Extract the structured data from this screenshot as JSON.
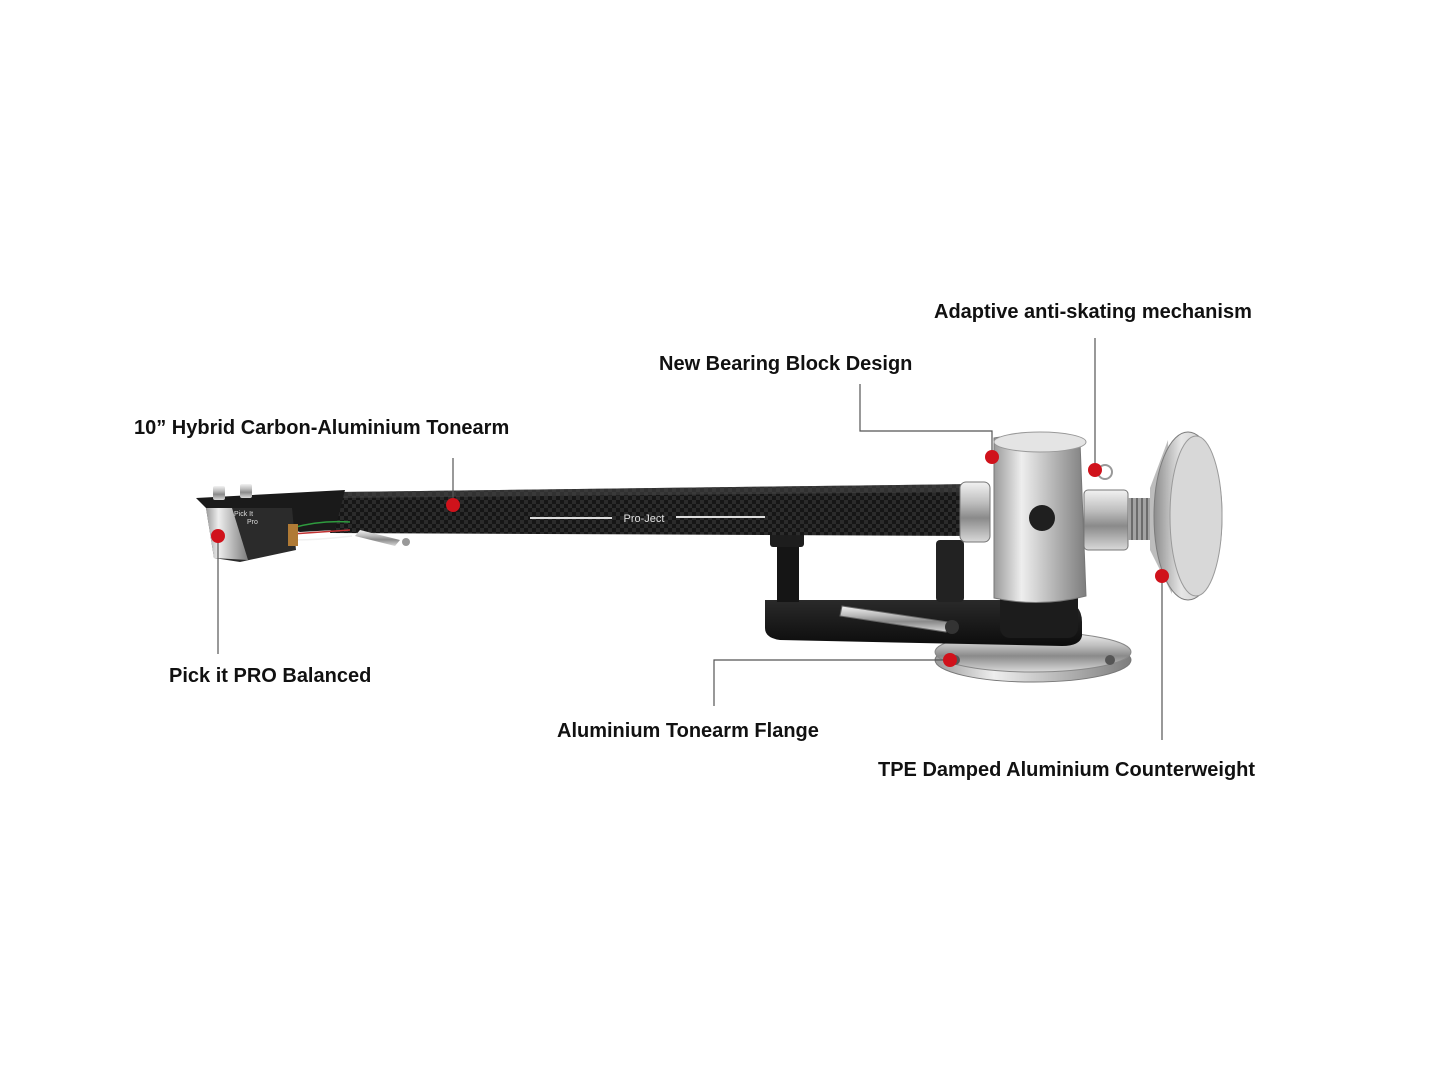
{
  "labels": {
    "tonearm": "10” Hybrid Carbon-Aluminium Tonearm",
    "bearing": "New Bearing Block Design",
    "antiskate": "Adaptive anti-skating mechanism",
    "cartridge": "Pick it PRO Balanced",
    "flange": "Aluminium Tonearm Flange",
    "counterweight": "TPE Damped Aluminium Counterweight"
  },
  "branding": {
    "arm_logo": "Pro-Ject",
    "cartridge_text_1": "Pick It",
    "cartridge_text_2": "Pro"
  },
  "colors": {
    "marker": "#d0121b",
    "leader": "#555555",
    "carbon": "#1a1a1a",
    "aluminium": "#c8c8c8"
  }
}
